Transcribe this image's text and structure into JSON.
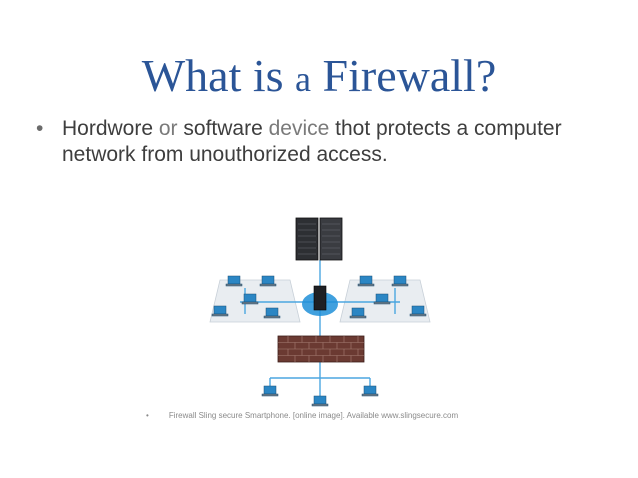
{
  "slide": {
    "title_part1": "What is ",
    "title_a": "a",
    "title_part2": " Firewall?",
    "bullet": {
      "part1": "Hordwore",
      "part2": " or ",
      "part3": "software",
      "part4": " device ",
      "part5": "thot protects a computer network from unouthorized access."
    },
    "caption_bullet": "•",
    "caption": "Firewall Sling secure Smartphone. [online image]. Available www.slingsecure.com"
  },
  "colors": {
    "title": "#2b5597",
    "text": "#4a4a4a",
    "firewall_brick": "#6b3a32",
    "hub": "#1e8fd8",
    "link": "#4ba6e0"
  },
  "icons": {
    "server": "server-rack-icon",
    "firewall": "brick-firewall-icon",
    "laptop": "laptop-icon",
    "hub": "network-hub-icon"
  }
}
